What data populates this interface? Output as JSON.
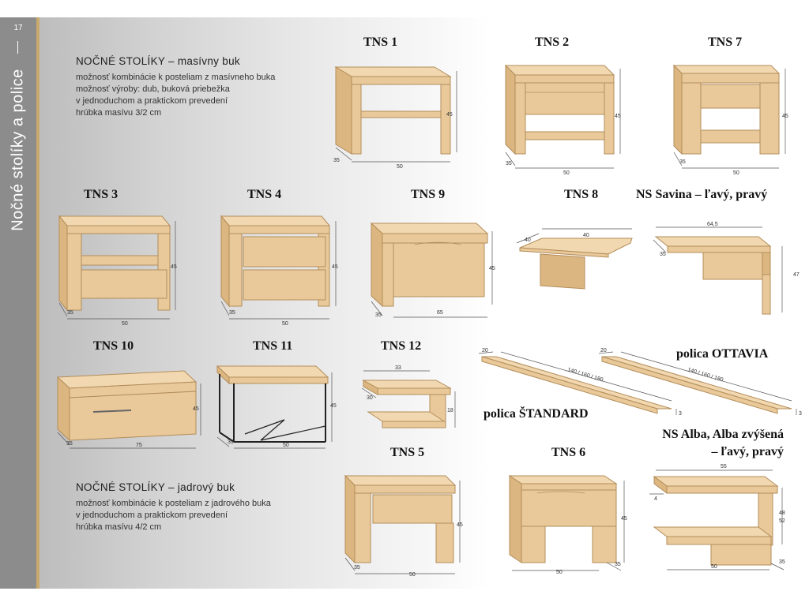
{
  "sidebar": {
    "page_number": "17",
    "title": "Nočné stolíky a police"
  },
  "sections": [
    {
      "title": "NOČNÉ STOLÍKY – masívny buk",
      "lines": [
        "možnosť kombinácie k posteliam z masívneho buka",
        "možnosť výroby: dub, buková priebežka",
        "v jednoduchom a praktickom prevedení",
        "hrúbka masívu 3/2 cm"
      ]
    },
    {
      "title": "NOČNÉ STOLÍKY – jadrový buk",
      "lines": [
        "možnosť kombinácie k posteliam z jadrového buka",
        "v jednoduchom a praktickom prevedení",
        "hrúbka masívu 4/2 cm"
      ]
    }
  ],
  "products": {
    "tns1": {
      "name": "TNS 1",
      "dims": [
        "45",
        "35",
        "50"
      ]
    },
    "tns2": {
      "name": "TNS 2",
      "dims": [
        "45",
        "35",
        "50"
      ]
    },
    "tns7": {
      "name": "TNS 7",
      "dims": [
        "45",
        "35",
        "50"
      ]
    },
    "tns3": {
      "name": "TNS 3",
      "dims": [
        "45",
        "35",
        "50"
      ]
    },
    "tns4": {
      "name": "TNS 4",
      "dims": [
        "45",
        "35",
        "50"
      ]
    },
    "tns9": {
      "name": "TNS 9",
      "dims": [
        "45",
        "35",
        "65"
      ]
    },
    "tns8": {
      "name": "TNS 8",
      "dims": [
        "40",
        "40"
      ]
    },
    "savina": {
      "name": "NS Savina – ľavý, pravý",
      "dims": [
        "64,5",
        "35",
        "47"
      ]
    },
    "tns10": {
      "name": "TNS 10",
      "dims": [
        "45",
        "35",
        "75"
      ]
    },
    "tns11": {
      "name": "TNS 11",
      "dims": [
        "45",
        "35",
        "50"
      ]
    },
    "tns12": {
      "name": "TNS 12",
      "dims": [
        "33",
        "30",
        "18"
      ]
    },
    "standard": {
      "name": "polica ŠTANDARD",
      "dims": [
        "20",
        "140 / 160 / 180",
        "3"
      ]
    },
    "ottavia": {
      "name": "polica OTTAVIA",
      "dims": [
        "20",
        "140 / 160 / 180",
        "3"
      ]
    },
    "tns5": {
      "name": "TNS 5",
      "dims": [
        "45",
        "35",
        "50"
      ]
    },
    "tns6": {
      "name": "TNS 6",
      "dims": [
        "45",
        "35",
        "50"
      ]
    },
    "alba": {
      "name_line1": "NS Alba, Alba zvýšená",
      "name_line2": "– ľavý, pravý",
      "dims": [
        "55",
        "4",
        "48",
        "52",
        "35",
        "50"
      ]
    }
  }
}
